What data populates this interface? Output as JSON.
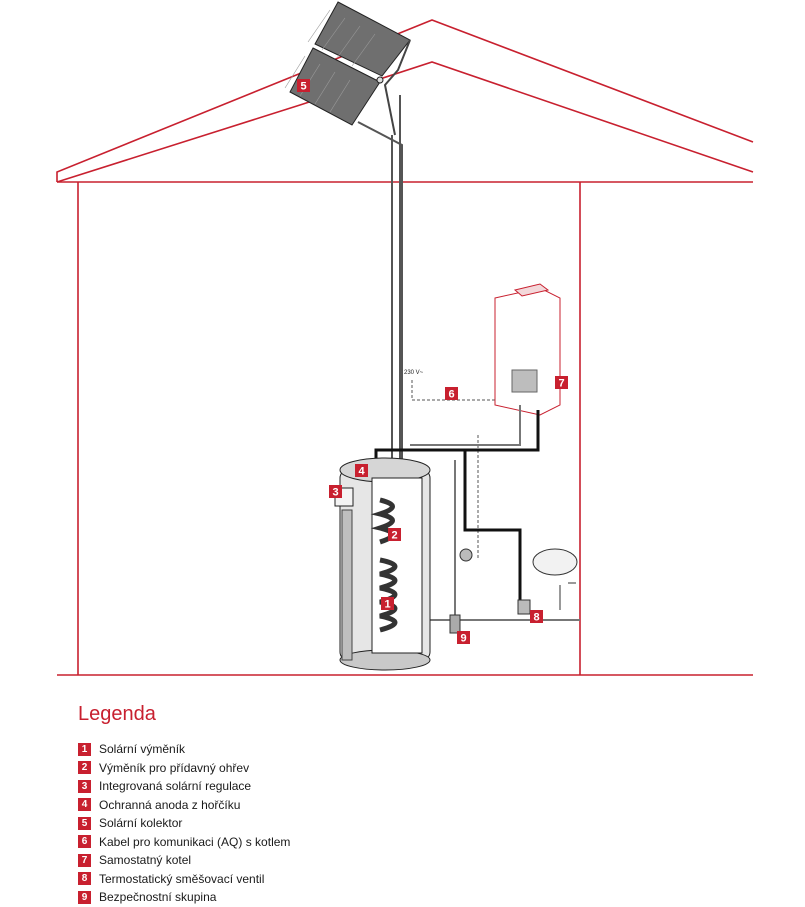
{
  "diagram": {
    "voltage_label": "230 V~",
    "accent_color": "#c8202f",
    "callouts": [
      "1",
      "2",
      "3",
      "4",
      "5",
      "6",
      "7",
      "8",
      "9"
    ]
  },
  "legend": {
    "title": "Legenda",
    "items": [
      {
        "number": "1",
        "label": "Solární výměník"
      },
      {
        "number": "2",
        "label": "Výměník pro přídavný ohřev"
      },
      {
        "number": "3",
        "label": "Integrovaná solární regulace"
      },
      {
        "number": "4",
        "label": "Ochranná anoda z hořčíku"
      },
      {
        "number": "5",
        "label": "Solární kolektor"
      },
      {
        "number": "6",
        "label": "Kabel pro komunikaci (AQ) s kotlem"
      },
      {
        "number": "7",
        "label": "Samostatný kotel"
      },
      {
        "number": "8",
        "label": "Termostatický směšovací ventil"
      },
      {
        "number": "9",
        "label": "Bezpečnostní skupina"
      }
    ]
  }
}
